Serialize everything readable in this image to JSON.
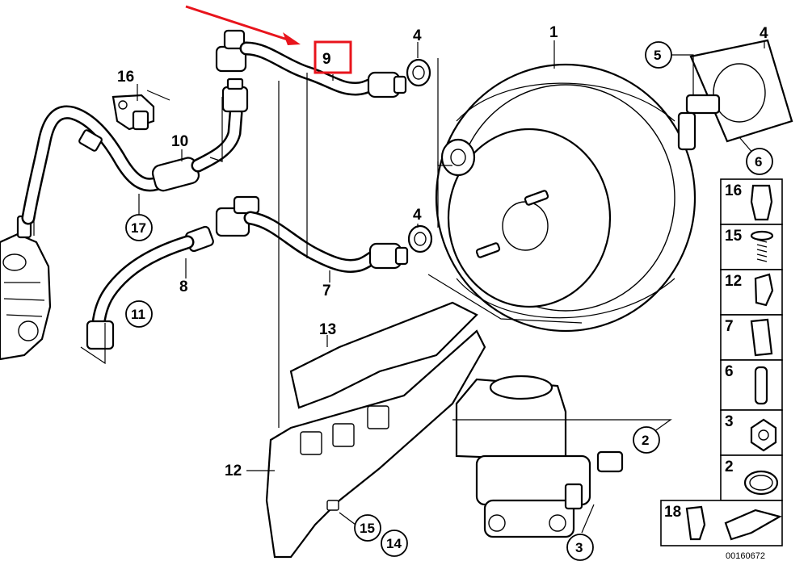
{
  "callouts": [
    {
      "id": "c1",
      "text": "1"
    },
    {
      "id": "c2",
      "text": "2"
    },
    {
      "id": "c3",
      "text": "3"
    },
    {
      "id": "c4a",
      "text": "4"
    },
    {
      "id": "c4b",
      "text": "4"
    },
    {
      "id": "c5",
      "text": "5"
    },
    {
      "id": "c6",
      "text": "6"
    },
    {
      "id": "c7",
      "text": "7"
    },
    {
      "id": "c8",
      "text": "8"
    },
    {
      "id": "c9",
      "text": "9"
    },
    {
      "id": "c10",
      "text": "10"
    },
    {
      "id": "c11",
      "text": "11"
    },
    {
      "id": "c12",
      "text": "12"
    },
    {
      "id": "c13",
      "text": "13"
    },
    {
      "id": "c14",
      "text": "14"
    },
    {
      "id": "c15",
      "text": "15"
    },
    {
      "id": "c16",
      "text": "16"
    },
    {
      "id": "c17",
      "text": "17"
    },
    {
      "id": "c18",
      "text": "18"
    }
  ],
  "legend": [
    "16",
    "15",
    "12",
    "7",
    "6",
    "3",
    "2"
  ],
  "legend_bottom": "18",
  "diagram_code": "00160672",
  "highlight_color": "#e8141c"
}
